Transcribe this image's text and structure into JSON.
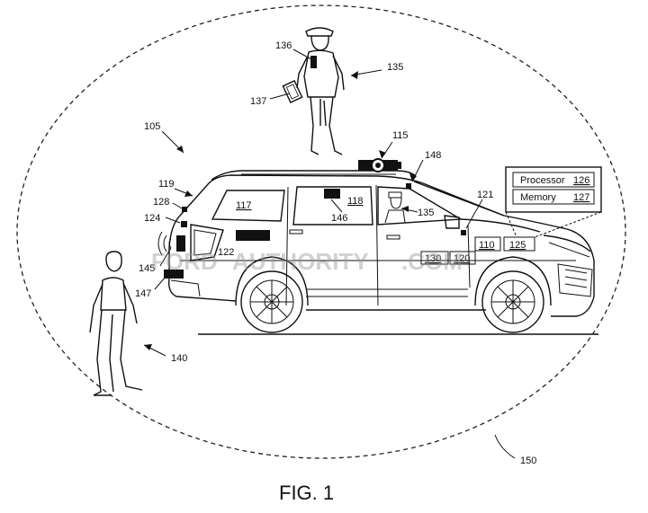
{
  "figure": {
    "caption": "FIG. 1",
    "watermark": {
      "brand": "FORD",
      "name": "AUTHORITY",
      "suffix": ".COM"
    },
    "refs": {
      "r136": "136",
      "r135a": "135",
      "r137": "137",
      "r105": "105",
      "r115": "115",
      "r148": "148",
      "r119": "119",
      "r128": "128",
      "r124": "124",
      "r117": "117",
      "r118": "118",
      "r146": "146",
      "r135b": "135",
      "r121": "121",
      "r110": "110",
      "r125": "125",
      "r122": "122",
      "r130": "130",
      "r120": "120",
      "r145": "145",
      "r147": "147",
      "r140": "140",
      "r150": "150"
    },
    "computer_box": {
      "processor_label": "Processor",
      "processor_ref": "126",
      "memory_label": "Memory",
      "memory_ref": "127"
    }
  }
}
